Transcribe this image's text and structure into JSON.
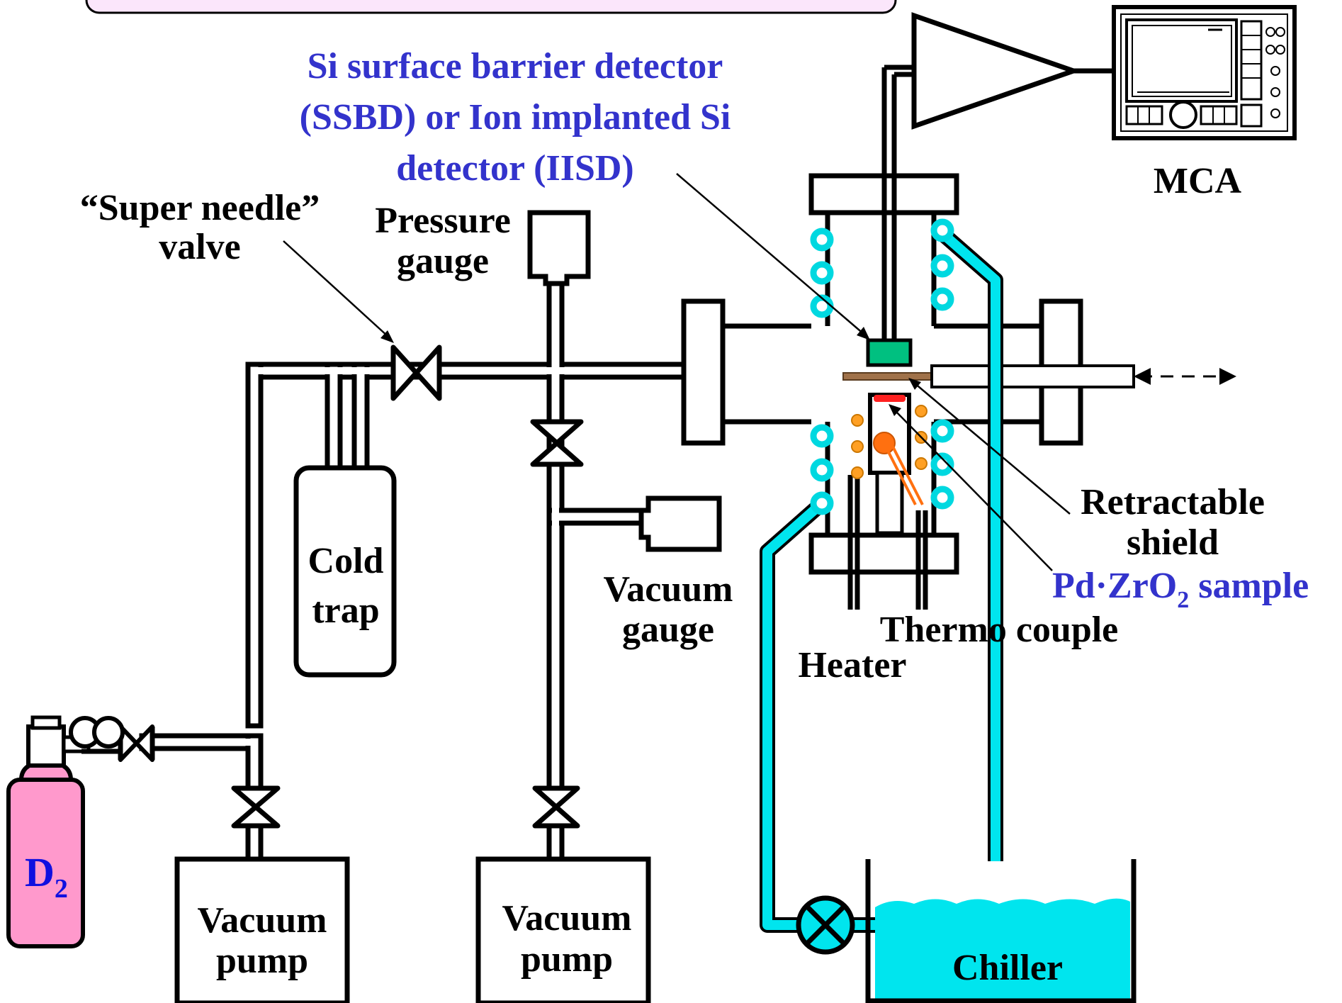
{
  "labels": {
    "detector_line1": "Si surface barrier detector",
    "detector_line2": "(SSBD) or Ion implanted Si",
    "detector_line3": "detector (IISD)",
    "needle_line1": "“Super needle”",
    "needle_line2": "valve",
    "pressure_line1": "Pressure",
    "pressure_line2": "gauge",
    "mca": "MCA",
    "cold_line1": "Cold",
    "cold_line2": "trap",
    "vacuum_gauge_line1": "Vacuum",
    "vacuum_gauge_line2": "gauge",
    "shield_line1": "Retractable",
    "shield_line2": "shield",
    "sample_prefix": "Pd·ZrO",
    "sample_sub": "2",
    "sample_suffix": " sample",
    "thermocouple": "Thermo couple",
    "heater": "Heater",
    "d2_main": "D",
    "d2_sub": "2",
    "pump1_line1": "Vacuum",
    "pump1_line2": "pump",
    "pump2_line1": "Vacuum",
    "pump2_line2": "pump",
    "chiller": "Chiller"
  },
  "colors": {
    "detector_label": "#3333cc",
    "sample_label": "#3333cc",
    "cooling_water": "#00e5ee",
    "cylinder": "#ff99cc",
    "detector": "#00c080",
    "sample_plate": "#a0724a",
    "heater_coil": "#ffa024"
  },
  "icons": [
    "valve-icon",
    "mca-instrument-icon",
    "amplifier-icon",
    "gas-cylinder-icon",
    "pump-icon"
  ]
}
